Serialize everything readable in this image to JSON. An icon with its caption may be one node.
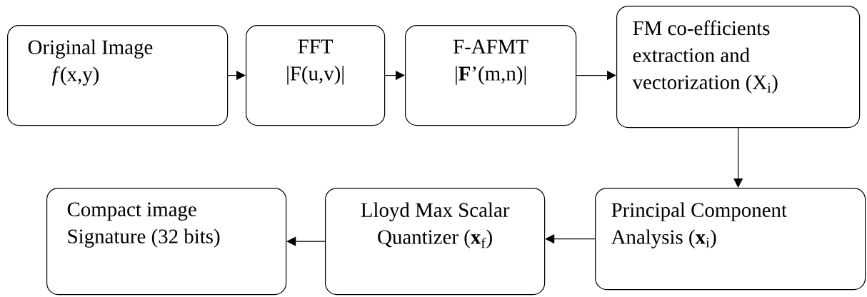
{
  "diagram": {
    "nodes": [
      {
        "text": [
          "Original Image",
          "*f*(x,y)"
        ]
      },
      {
        "text": [
          "FFT",
          "|F(u,v)|"
        ]
      },
      {
        "text": [
          "F-AFMT",
          "|**F**’(m,n)|"
        ]
      },
      {
        "text": [
          "FM co-efficients extraction and vectorization (X$_{i}$)"
        ]
      },
      {
        "text": [
          "Principal Component Analysis (**x**$_{i}$)"
        ]
      },
      {
        "text": [
          "Lloyd Max Scalar Quantizer (**x**$_{f}$)"
        ]
      },
      {
        "text": [
          "Compact image Signature (32 bits)"
        ]
      }
    ],
    "edges": [
      {
        "from": 0,
        "to": 1,
        "arrow": "to"
      },
      {
        "from": 1,
        "to": 2,
        "arrow": "to"
      },
      {
        "from": 2,
        "to": 3,
        "arrow": "to"
      },
      {
        "from": 3,
        "to": 4,
        "arrow": "to"
      },
      {
        "from": 4,
        "to": 5,
        "arrow": "to"
      },
      {
        "from": 5,
        "to": 6,
        "arrow": "to"
      }
    ]
  }
}
